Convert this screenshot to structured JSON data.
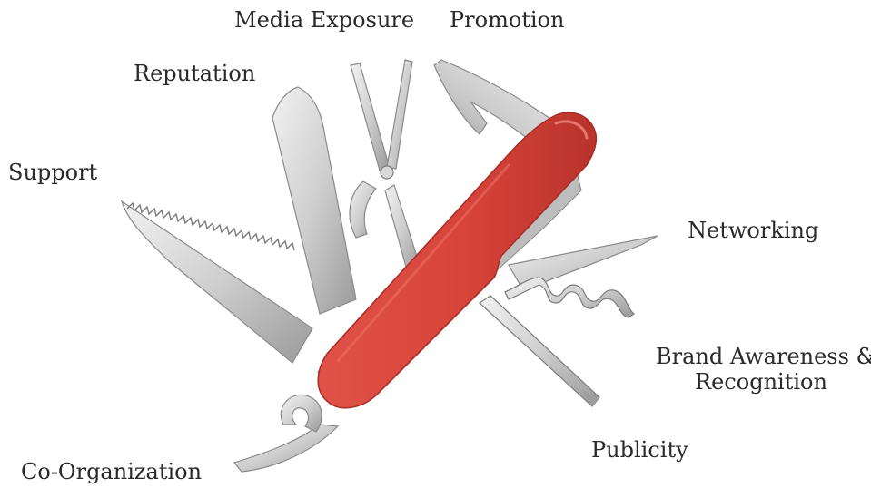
{
  "labels": {
    "media_exposure": "Media Exposure",
    "promotion": "Promotion",
    "reputation": "Reputation",
    "support": "Support",
    "networking": "Networking",
    "brand_awareness_line1": "Brand Awareness &",
    "brand_awareness_line2": "Recognition",
    "publicity": "Publicity",
    "co_organization": "Co-Organization"
  },
  "colors": {
    "handle": "#d9443b",
    "handle_dark": "#b8332b",
    "blade_light": "#e9e9e9",
    "blade_mid": "#c4c4c4",
    "blade_dark": "#8f8f8f",
    "text": "#2a2a2a"
  },
  "illustration": "swiss-army-knife"
}
